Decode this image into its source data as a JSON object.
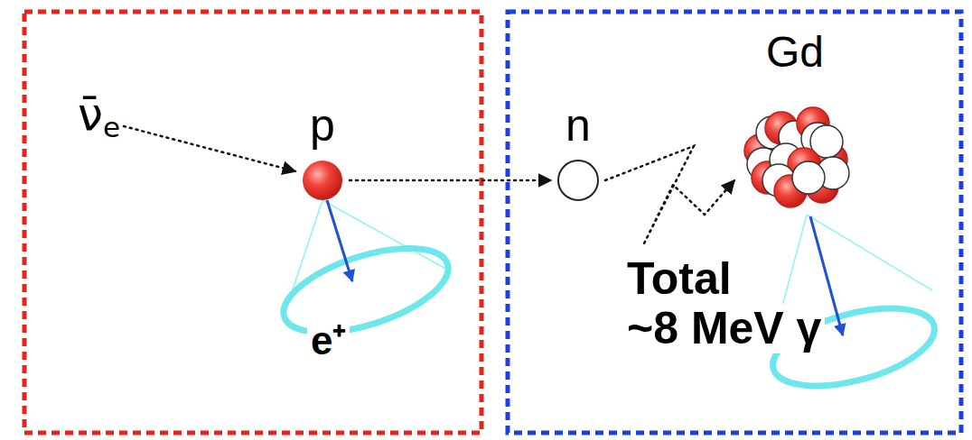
{
  "diagram": {
    "nodes": [
      {
        "text": [
          "ν̄e"
        ]
      },
      {
        "text": [
          "p"
        ]
      },
      {
        "text": [
          "n"
        ]
      },
      {
        "text": [
          "Gd"
        ]
      }
    ],
    "edges": [
      {
        "from": 0,
        "to": 1,
        "arrow": "to"
      },
      {
        "from": 1,
        "to": 2,
        "arrow": "to"
      },
      {
        "from": 2,
        "to": 3,
        "arrow": "to"
      }
    ],
    "labels": [
      "e⁺",
      "Total ~8 MeV γ"
    ]
  }
}
